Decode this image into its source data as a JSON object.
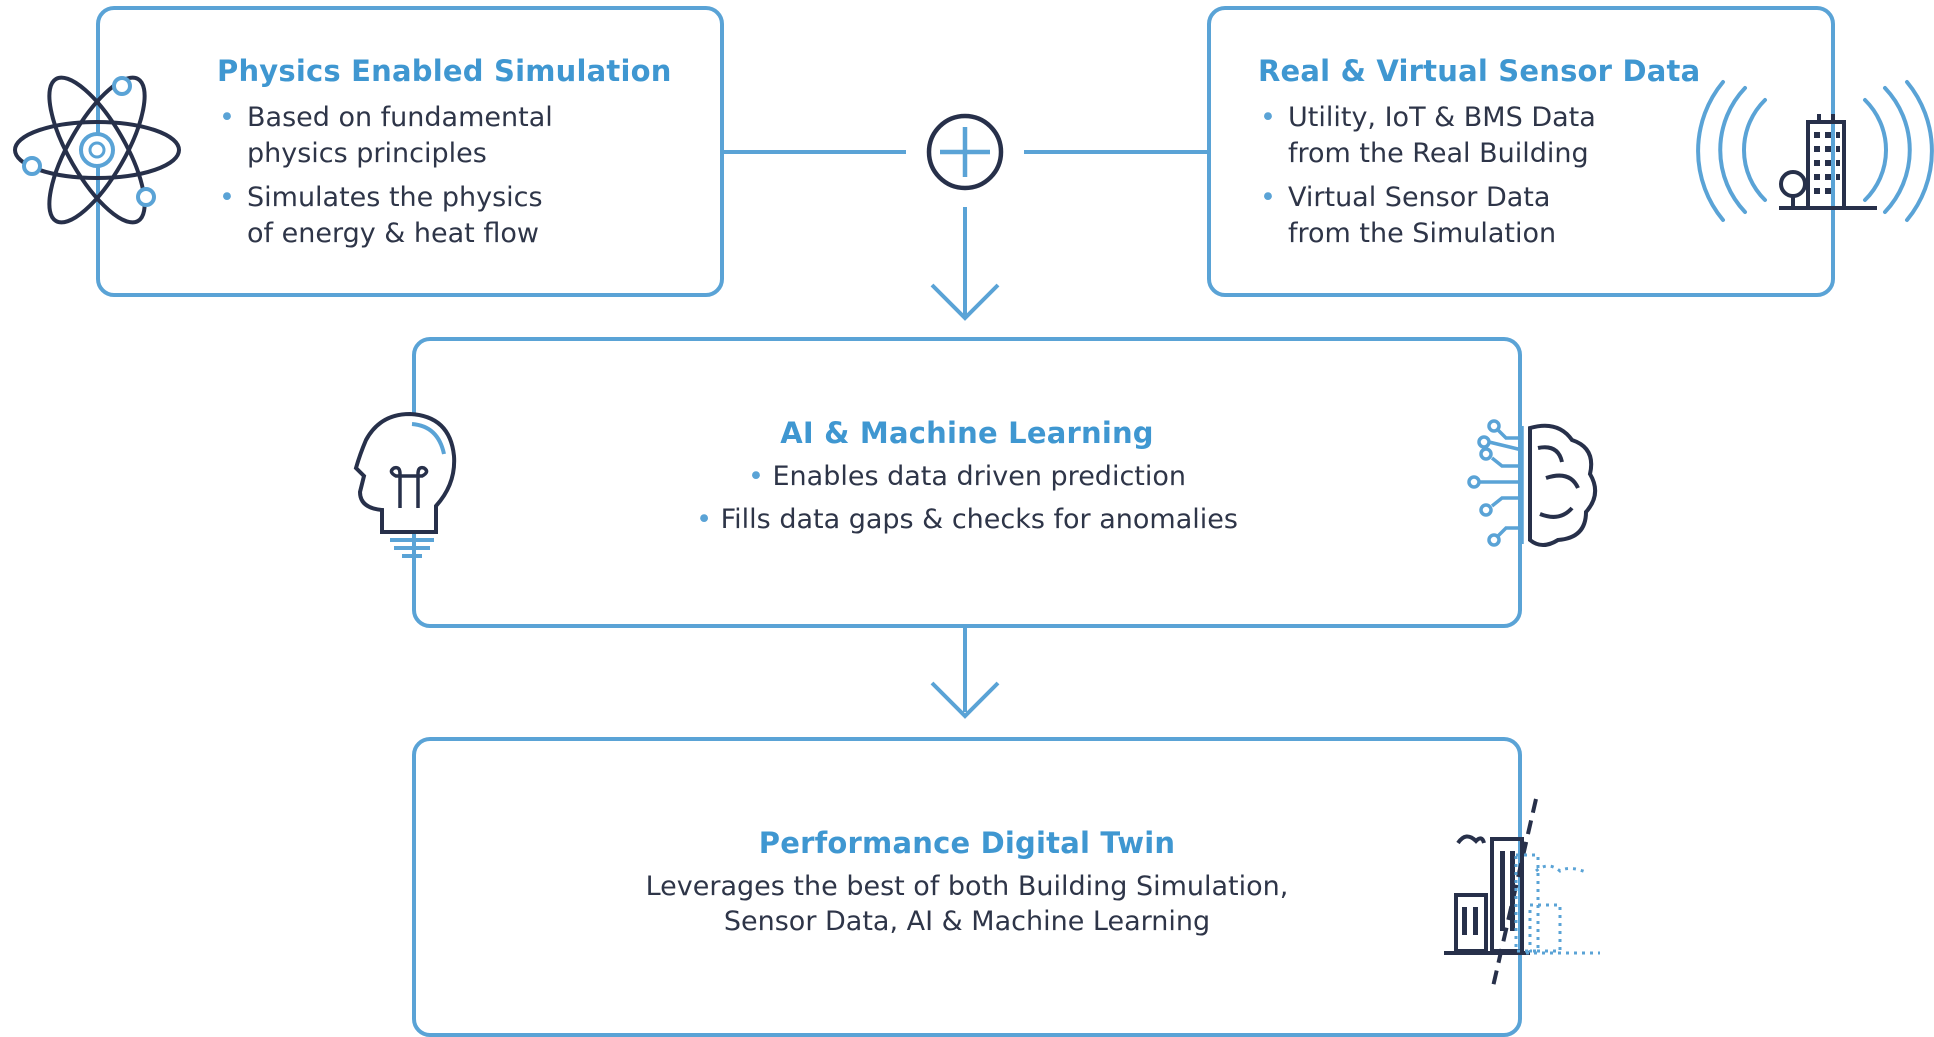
{
  "physics": {
    "title": "Physics Enabled Simulation",
    "bullets": [
      "Based on fundamental\nphysics principles",
      "Simulates the physics\nof energy & heat flow"
    ],
    "icon": "atom-icon"
  },
  "sensor": {
    "title": "Real & Virtual Sensor Data",
    "bullets": [
      "Utility, IoT & BMS Data\nfrom the Real Building",
      "Virtual Sensor Data\nfrom the Simulation"
    ],
    "icon": "building-signal-icon"
  },
  "combine": {
    "icon": "plus-circle-icon"
  },
  "ai": {
    "title": "AI & Machine Learning",
    "lines": [
      "Enables data driven prediction",
      "Fills data gaps & checks for anomalies"
    ],
    "left_icon": "lightbulb-head-icon",
    "right_icon": "circuit-brain-icon"
  },
  "twin": {
    "title": "Performance Digital Twin",
    "lines": [
      "Leverages the best of both Building Simulation,",
      "Sensor Data, AI & Machine Learning"
    ],
    "icon": "digital-city-icon"
  },
  "colors": {
    "accent": "#5aa3d6",
    "title": "#3f97d1",
    "icon_dark": "#27304a",
    "text": "#2e3548"
  }
}
